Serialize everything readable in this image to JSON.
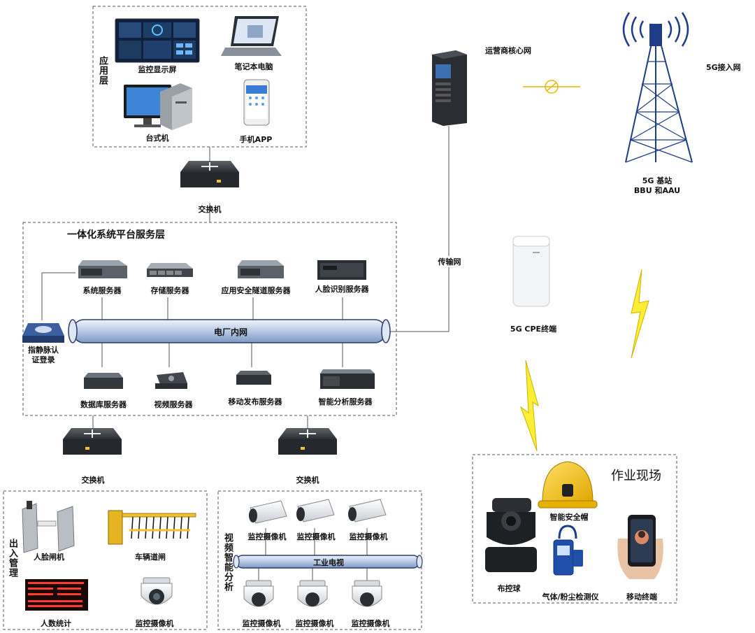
{
  "application_layer": {
    "title": "应用层",
    "monitor_wall": "监控显示屏",
    "laptop": "笔记本电脑",
    "desktop": "台式机",
    "mobile_app": "手机APP"
  },
  "switch_label": "交换机",
  "platform": {
    "title": "一体化系统平台服务层",
    "system_server": "系统服务器",
    "storage_server": "存储服务器",
    "tunnel_server": "应用安全隧道服务器",
    "face_server": "人脸识别服务器",
    "intranet": "电厂内网",
    "fingerprint": "指静脉认证登录",
    "db_server": "数据库服务器",
    "video_server": "视频服务器",
    "mobile_publish_server": "移动发布服务器",
    "analysis_server": "智能分析服务器"
  },
  "core_network": "运营商核心网",
  "transport_network": "传输网",
  "access_5g": "5G接入网",
  "base_station": {
    "line1": "5G 基站",
    "line2": "BBU 和AAU"
  },
  "cpe": "5G CPE终端",
  "access_mgmt": {
    "title": "出入管理",
    "face_gate": "人脸闸机",
    "vehicle_gate": "车辆道闸",
    "people_count": "人数统计",
    "camera": "监控摄像机"
  },
  "video_analysis": {
    "title": "视频智能分析",
    "bus": "工业电视",
    "camera": "监控摄像机"
  },
  "field": {
    "title": "作业现场",
    "ptz": "布控球",
    "helmet": "智能安全帽",
    "gas_detector": "气体/粉尘检测仪",
    "mobile_terminal": "移动终端"
  }
}
